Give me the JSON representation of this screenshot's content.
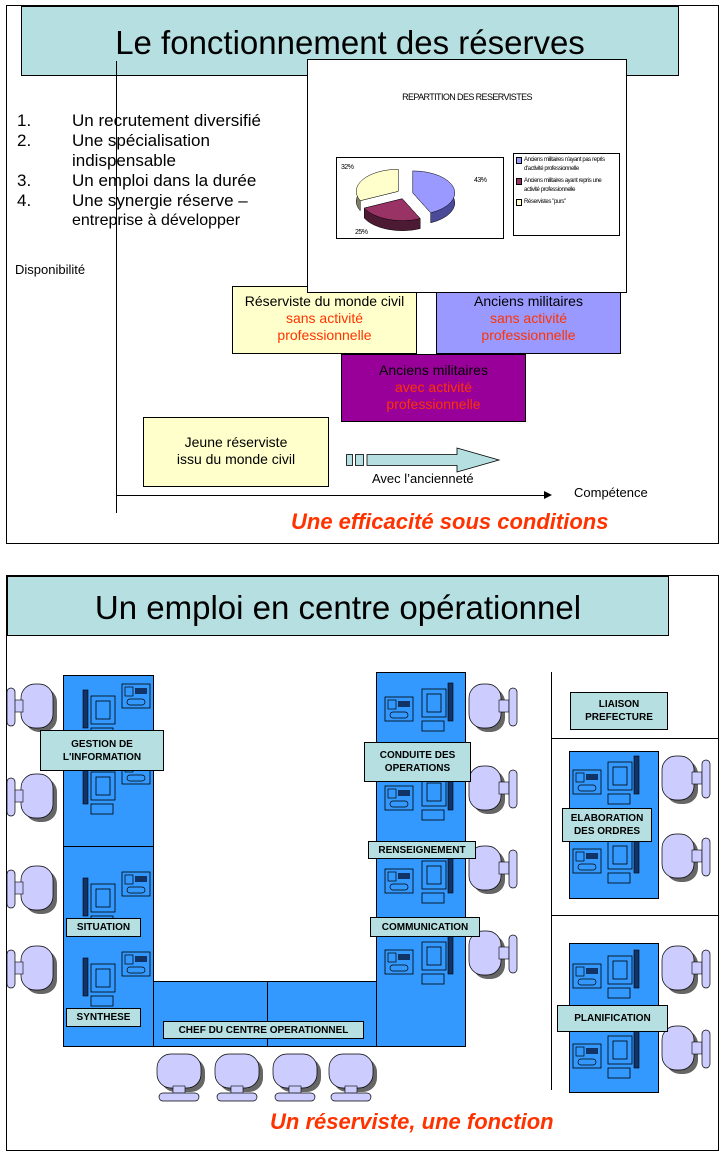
{
  "slide1": {
    "title": "Le fonctionnement des réserves",
    "list": [
      {
        "num": "1.",
        "text": "Un recrutement diversifié"
      },
      {
        "num": "2.",
        "text": "Une spécialisation indispensable"
      },
      {
        "num": "3.",
        "text": "Un emploi dans la durée"
      },
      {
        "num": "4.",
        "text": "Une synergie réserve –",
        "subtext": "entreprise à développer"
      }
    ],
    "y_axis_label": "Disponibilité",
    "x_axis_label": "Compétence",
    "boxes": {
      "civil": {
        "line1": "Réserviste du monde civil",
        "line2": "sans activité",
        "line3": "professionnelle",
        "color": "#ffffcc"
      },
      "anciens_sans": {
        "line1": "Anciens militaires",
        "line2": "sans activité",
        "line3": "professionnelle",
        "color": "#9999ff"
      },
      "anciens_avec": {
        "line1": "Anciens militaires",
        "line2": "avec activité",
        "line3": "professionnelle",
        "color": "#990099"
      },
      "jeune": {
        "line1": "Jeune réserviste",
        "line2": "issu du monde civil",
        "color": "#ffffcc"
      }
    },
    "arrow_label": "Avec l’ancienneté",
    "tagline": "Une efficacité sous conditions"
  },
  "chart_data": {
    "type": "pie",
    "title": "REPARTITION DES RESERVISTES",
    "categories": [
      "Anciens militaires n'ayant pas repris d'activité professionnelle",
      "Anciens militaires ayant repris une activité professionnelle",
      "Réservistes \"purs\""
    ],
    "values": [
      43,
      25,
      32
    ],
    "labels": [
      "43%",
      "25%",
      "32%"
    ],
    "colors": [
      "#9999ff",
      "#993366",
      "#ffffcc"
    ],
    "legend_position": "right"
  },
  "slide2": {
    "title": "Un emploi en centre opérationnel",
    "labels": {
      "gestion": "GESTION DE L'INFORMATION",
      "situation": "SITUATION",
      "synthese": "SYNTHESE",
      "chef": "CHEF DU CENTRE OPERATIONNEL",
      "conduite": "CONDUITE DES OPERATIONS",
      "renseignement": "RENSEIGNEMENT",
      "communication": "COMMUNICATION",
      "liaison": "LIAISON PREFECTURE",
      "elaboration": "ELABORATION DES ORDRES",
      "planification": "PLANIFICATION"
    },
    "tagline": "Un réserviste, une fonction",
    "colors": {
      "desk": "#3399ff",
      "label": "#b5dfe0",
      "chair": "#ccccff"
    }
  }
}
